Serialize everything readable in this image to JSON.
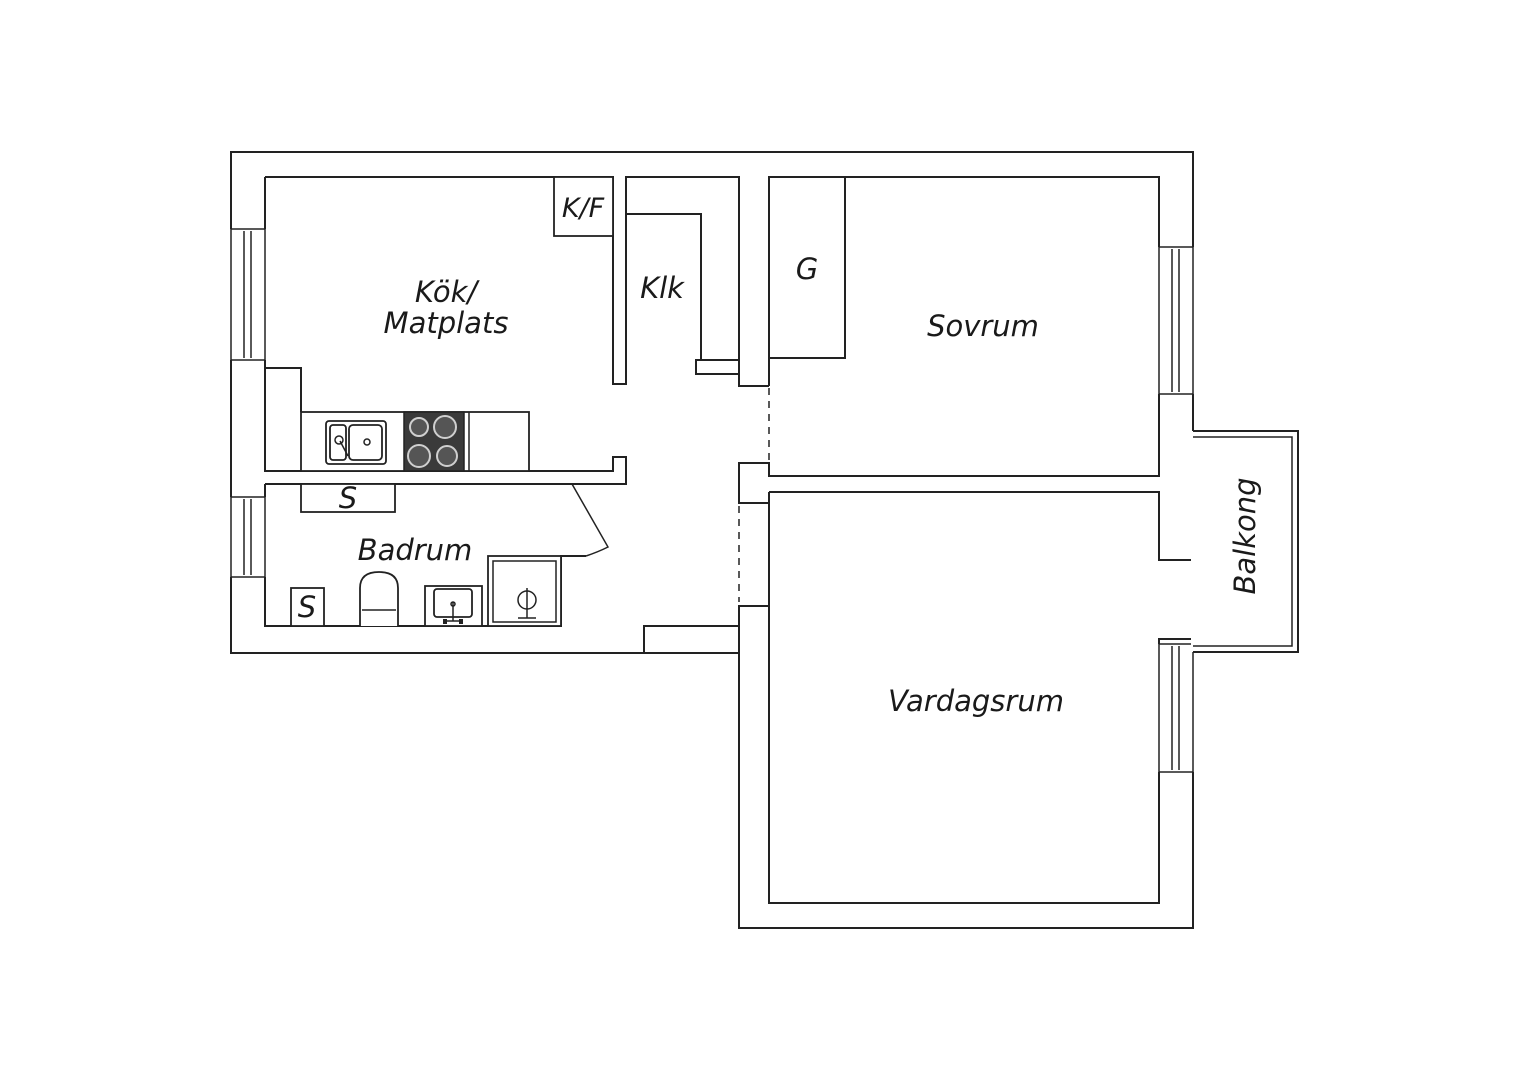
{
  "floorplan": {
    "rooms": {
      "kitchen_line1": "Kök/",
      "kitchen_line2": "Matplats",
      "fridge_freezer": "K/F",
      "closet": "Klk",
      "wardrobe_g": "G",
      "bedroom": "Sovrum",
      "bathroom": "Badrum",
      "bath_storage_top": "S",
      "bath_storage_bottom": "S",
      "living_room": "Vardagsrum",
      "balcony": "Balkong"
    }
  }
}
